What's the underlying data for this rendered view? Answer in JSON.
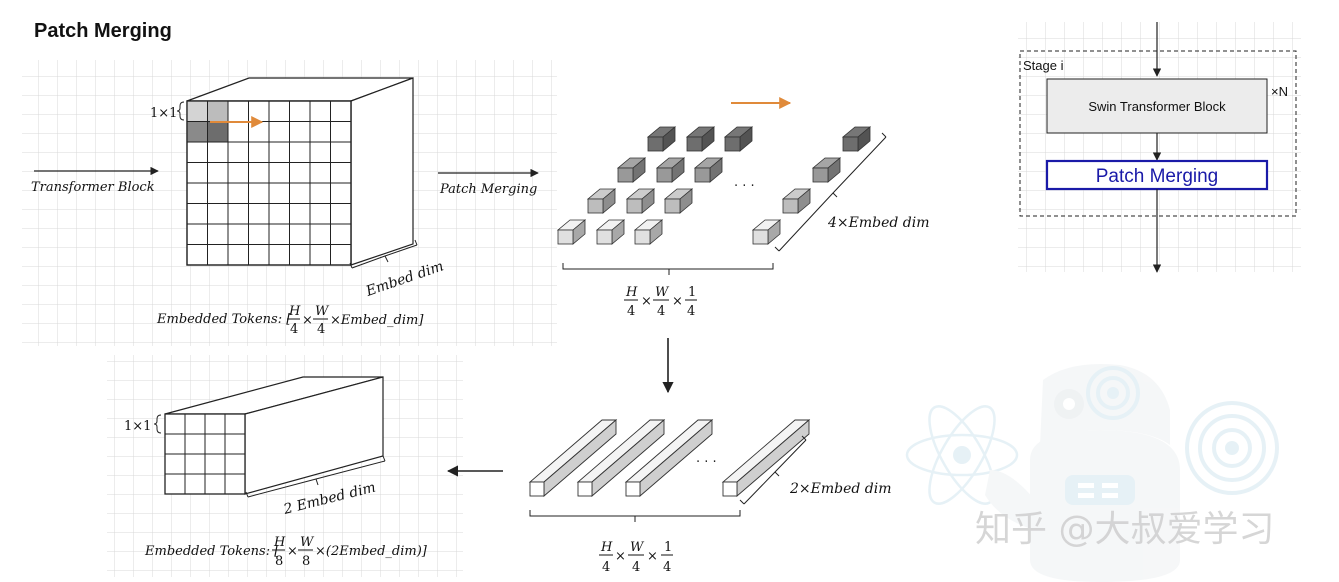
{
  "page": {
    "title": "Patch Merging"
  },
  "diagram": {
    "left_input_label": "Transformer Block",
    "patch_label": "1×1",
    "middle_arrow_label": "Patch Merging",
    "cube_depth_label": "Embed dim",
    "embedded_tokens_label": "Embedded Tokens: [",
    "embedded_tokens_suffix": "×Embed_dim]",
    "frac_H": "H",
    "frac_W": "W",
    "frac_1": "1",
    "frac_4": "4",
    "frac_8": "8",
    "times": "×",
    "ellipsis": "· · ·",
    "bars_top_depth_label": "4×Embed dim",
    "bars_bottom_depth_label": "2×Embed dim",
    "bottom_patch_label": "1×1",
    "bottom_depth_label": "2 Embed dim",
    "bottom_embedded_label": "Embedded Tokens: [",
    "bottom_embedded_suffix": "×(2Embed_dim)]"
  },
  "stage_panel": {
    "stage_label": "Stage i",
    "block_label": "Swin Transformer Block",
    "repeat_label": "×N",
    "merge_label": "Patch Merging"
  },
  "colors": {
    "arrow_orange": "#e08a3a",
    "merge_blue": "#1a1aa8",
    "grid": "#d6d6d6"
  },
  "watermark": {
    "text": "知乎 @大叔爱学习"
  }
}
